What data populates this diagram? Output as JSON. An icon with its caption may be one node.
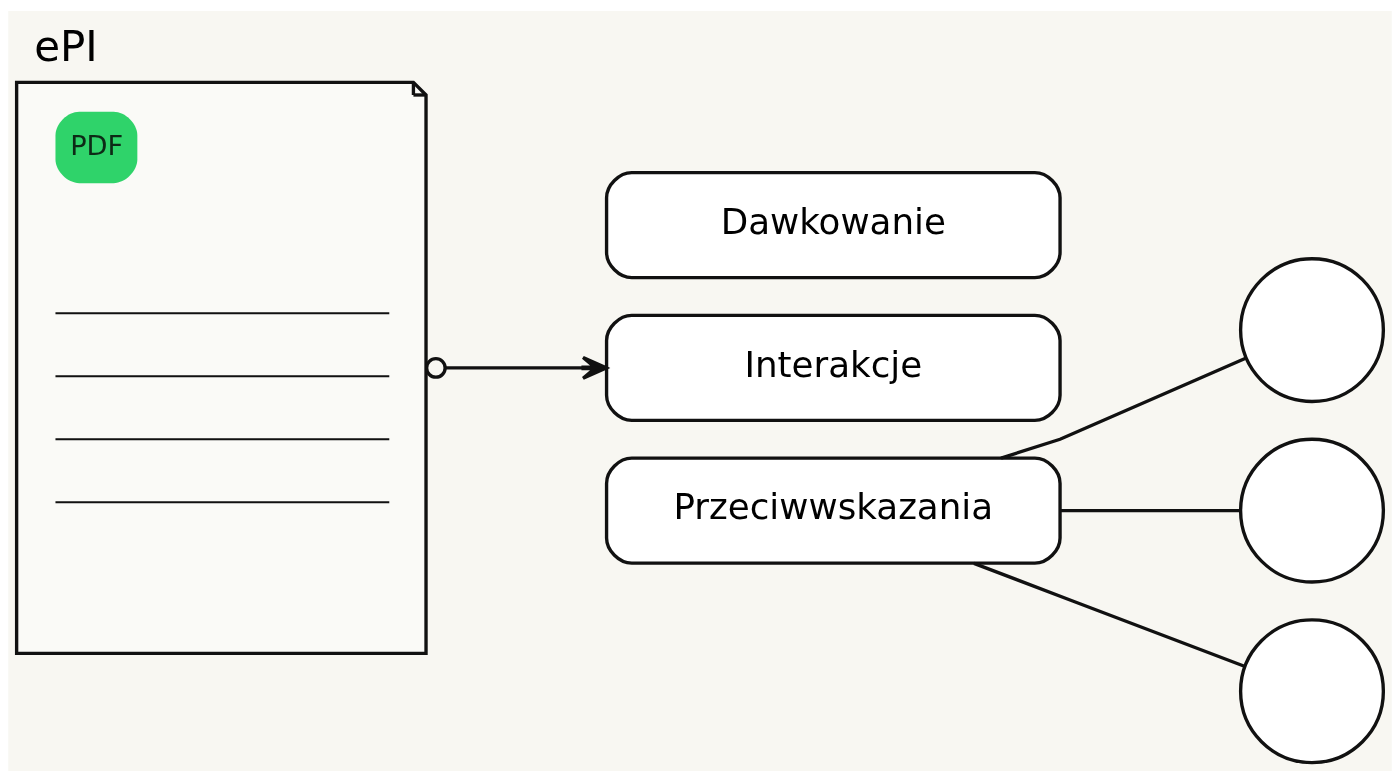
{
  "diagram": {
    "title": "ePI",
    "nodes": [
      {
        "text": [
          "PDF"
        ]
      },
      {
        "text": [
          "Dawkowanie"
        ]
      },
      {
        "text": [
          "Interakcje"
        ]
      },
      {
        "text": [
          "Przeciwwskazania"
        ]
      },
      {
        "text": [],
        "shape": "circle"
      },
      {
        "text": [],
        "shape": "circle"
      },
      {
        "text": [],
        "shape": "circle"
      }
    ],
    "edges": [
      {
        "from": 0,
        "to": 2,
        "arrow": "to"
      },
      {
        "from": 3,
        "to": 4,
        "arrow": "none"
      },
      {
        "from": 3,
        "to": 5,
        "arrow": "none"
      },
      {
        "from": 3,
        "to": 6,
        "arrow": "none"
      }
    ]
  }
}
